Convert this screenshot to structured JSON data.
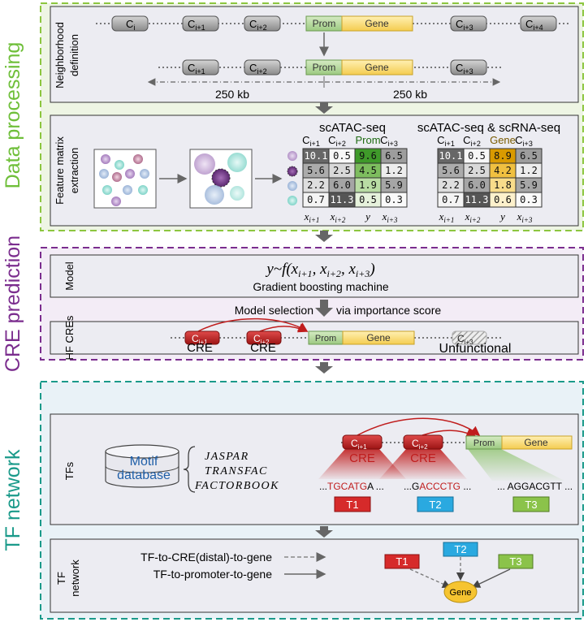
{
  "sections": {
    "data_processing": "Data processing",
    "cre_prediction": "CRE prediction",
    "tf_network": "TF network"
  },
  "colors": {
    "green_dash": "#8cc63f",
    "purple_dash": "#7b2d8e",
    "teal_dash": "#1a9a8a",
    "green_text": "#6fbf3a",
    "purple_text": "#7b2d8e",
    "teal_text": "#1a9a8a",
    "panel_fill": "#ededf3",
    "cre_red": "#c01d1d",
    "prom_green": "#a9d18e",
    "gene_yellow": "#ffd966",
    "arrow_grey": "#666666"
  },
  "neighborhood": {
    "label_line1": "Neighborhood",
    "label_line2": "definition",
    "top_row": [
      "C",
      "C",
      "C",
      "C",
      "C"
    ],
    "top_subs": [
      "i",
      "i+1",
      "i+2",
      "i+3",
      "i+4"
    ],
    "bottom_subs": [
      "i+1",
      "i+2",
      "i+3"
    ],
    "prom": "Prom",
    "gene": "Gene",
    "left_distance": "250 kb",
    "right_distance": "250 kb"
  },
  "feature_matrix": {
    "label_line1": "Feature matrix",
    "label_line2": "extraction",
    "title_left": "scATAC-seq",
    "title_right": "scATAC-seq & scRNA-seq",
    "headers_left": [
      "C",
      "C",
      "Prom",
      "C"
    ],
    "header_subs_left": [
      "i+1",
      "i+2",
      "",
      "i+3"
    ],
    "headers_right": [
      "C",
      "C",
      "Gene",
      "C"
    ],
    "header_subs_right": [
      "i+1",
      "i+2",
      "",
      "i+3"
    ],
    "rows_left": [
      [
        "10.1",
        "0.5",
        "9.6",
        "6.5"
      ],
      [
        "5.6",
        "2.5",
        "4.5",
        "1.2"
      ],
      [
        "2.2",
        "6.0",
        "1.9",
        "5.9"
      ],
      [
        "0.7",
        "11.3",
        "0.5",
        "0.3"
      ]
    ],
    "rows_right": [
      [
        "10.1",
        "0.5",
        "8.9",
        "6.5"
      ],
      [
        "5.6",
        "2.5",
        "4.2",
        "1.2"
      ],
      [
        "2.2",
        "6.0",
        "1.8",
        "5.9"
      ],
      [
        "0.7",
        "11.3",
        "0.6",
        "0.3"
      ]
    ],
    "footer": [
      "x",
      "x",
      "y",
      "x"
    ],
    "footer_subs": [
      "i+1",
      "i+2",
      "",
      "i+3"
    ]
  },
  "model": {
    "label": "Model",
    "formula": "y~f(x",
    "formula_full": "y~f(x_{i+1}, x_{i+2}, x_{i+3})",
    "subtitle": "Gradient boosting machine",
    "selection_left": "Model selection",
    "selection_right": "via importance score"
  },
  "hf_cres": {
    "label": "HF CREs",
    "cre1_sub": "i+1",
    "cre2_sub": "i+2",
    "cre3_sub": "i+3",
    "cre_word": "CRE",
    "prom": "Prom",
    "gene": "Gene",
    "unfunctional": "Unfunctional"
  },
  "tfs": {
    "label": "TFs",
    "motif_line1": "Motif",
    "motif_line2": "database",
    "databases": [
      "JASPAR",
      "TRANSFAC",
      "FACTORBOOK"
    ],
    "cre_word": "CRE",
    "prom": "Prom",
    "gene": "Gene",
    "seq1_pre": "...",
    "seq1_red": "TGCATG",
    "seq1_post": "A ...",
    "seq2_pre": "...G",
    "seq2_red": "ACCCTG",
    "seq2_post": " ...",
    "seq3": "... AGGACGTT ...",
    "t_labels": [
      "T1",
      "T2",
      "T3"
    ],
    "sub1": "i+1",
    "sub2": "i+2"
  },
  "tf_network_panel": {
    "label_line1": "TF",
    "label_line2": "network",
    "legend1": "TF-to-CRE(distal)-to-gene",
    "legend2": "TF-to-promoter-to-gene",
    "t_labels": [
      "T1",
      "T2",
      "T3"
    ],
    "gene": "Gene"
  }
}
